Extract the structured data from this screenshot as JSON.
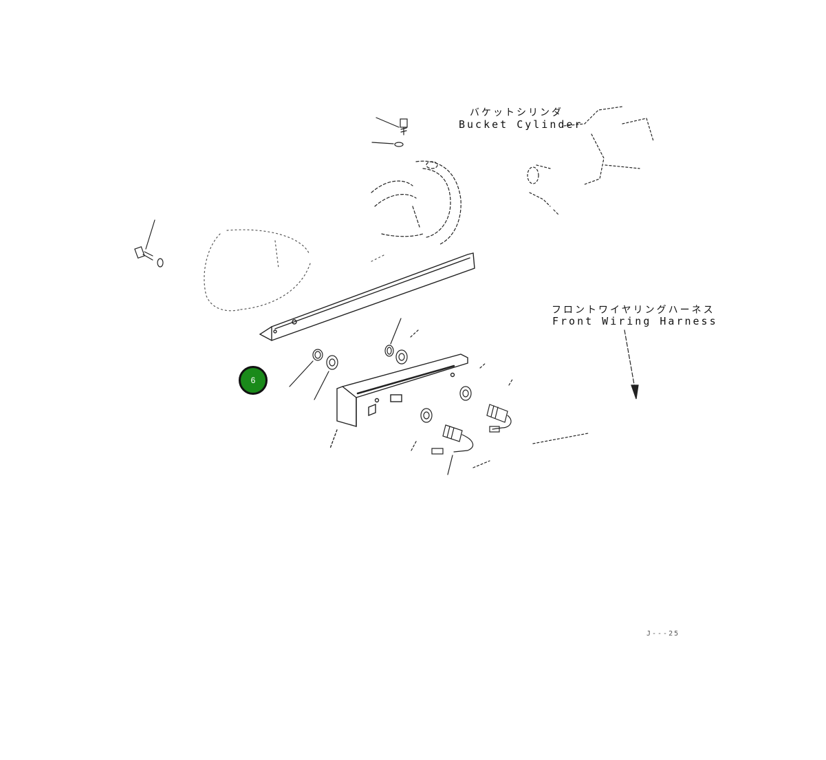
{
  "labels": {
    "bucket_cylinder_jp": "バケットシリンダ",
    "bucket_cylinder_en": "Bucket Cylinder",
    "front_harness_jp": "フロントワイヤリングハーネス",
    "front_harness_en": "Front Wiring Harness"
  },
  "callout": {
    "number": "6",
    "color": "#1a8a1a"
  },
  "drawing_code": "J---25"
}
